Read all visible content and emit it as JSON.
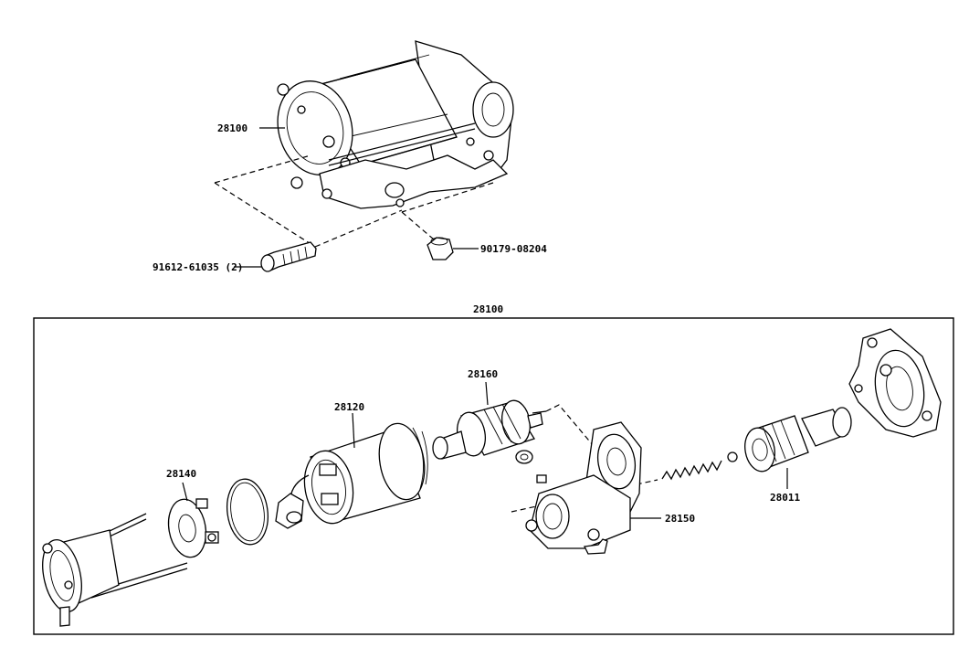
{
  "labels": {
    "starter_assembly_top": "28100",
    "bolt": "91612-61035 (2)",
    "nut": "90179-08204",
    "box_title": "28100",
    "armature": "28160",
    "yoke": "28120",
    "brush_holder": "28140",
    "magnetic_switch": "28150",
    "clutch": "28011"
  }
}
